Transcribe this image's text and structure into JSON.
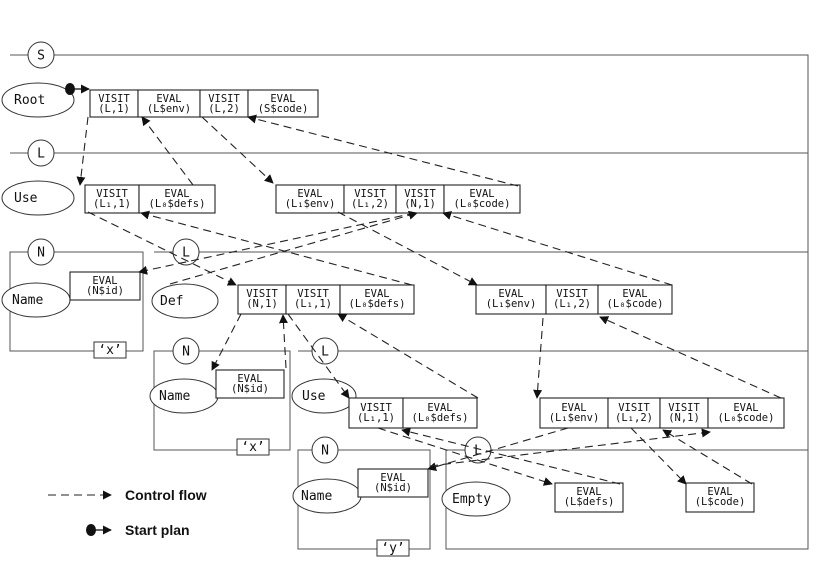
{
  "nodes": {
    "s": "S",
    "l": "L",
    "n": "N",
    "l2": "L",
    "n2": "N",
    "l3": "L",
    "n3": "N",
    "l4": "L",
    "root": "Root",
    "use": "Use",
    "name": "Name",
    "def": "Def",
    "name2": "Name",
    "use2": "Use",
    "name3": "Name",
    "empty": "Empty"
  },
  "leaves": {
    "x1": "‘x’",
    "x2": "‘x’",
    "y": "‘y’"
  },
  "cells": {
    "c1": [
      "VISIT",
      "(L,1)"
    ],
    "c2": [
      "EVAL",
      "(L$env)"
    ],
    "c3": [
      "VISIT",
      "(L,2)"
    ],
    "c4": [
      "EVAL",
      "(S$code)"
    ],
    "c5": [
      "VISIT",
      "(L₁,1)"
    ],
    "c6": [
      "EVAL",
      "(L₀$defs)"
    ],
    "c7": [
      "EVAL",
      "(L₁$env)"
    ],
    "c8": [
      "VISIT",
      "(L₁,2)"
    ],
    "c9": [
      "VISIT",
      "(N,1)"
    ],
    "c10": [
      "EVAL",
      "(L₀$code)"
    ],
    "c11": [
      "EVAL",
      "(N$id)"
    ],
    "c12": [
      "VISIT",
      "(N,1)"
    ],
    "c13": [
      "VISIT",
      "(L₁,1)"
    ],
    "c14": [
      "EVAL",
      "(L₀$defs)"
    ],
    "c15": [
      "EVAL",
      "(L₁$env)"
    ],
    "c16": [
      "VISIT",
      "(L₁,2)"
    ],
    "c17": [
      "EVAL",
      "(L₀$code)"
    ],
    "c18": [
      "EVAL",
      "(N$id)"
    ],
    "c19": [
      "VISIT",
      "(L₁,1)"
    ],
    "c20": [
      "EVAL",
      "(L₀$defs)"
    ],
    "c21": [
      "EVAL",
      "(L₁$env)"
    ],
    "c22": [
      "VISIT",
      "(L₁,2)"
    ],
    "c23": [
      "VISIT",
      "(N,1)"
    ],
    "c24": [
      "EVAL",
      "(L₀$code)"
    ],
    "c25": [
      "EVAL",
      "(N$id)"
    ],
    "c26": [
      "EVAL",
      "(L$defs)"
    ],
    "c27": [
      "EVAL",
      "(L$code)"
    ]
  },
  "legend": {
    "control_flow": "Control flow",
    "start_plan": "Start plan"
  }
}
